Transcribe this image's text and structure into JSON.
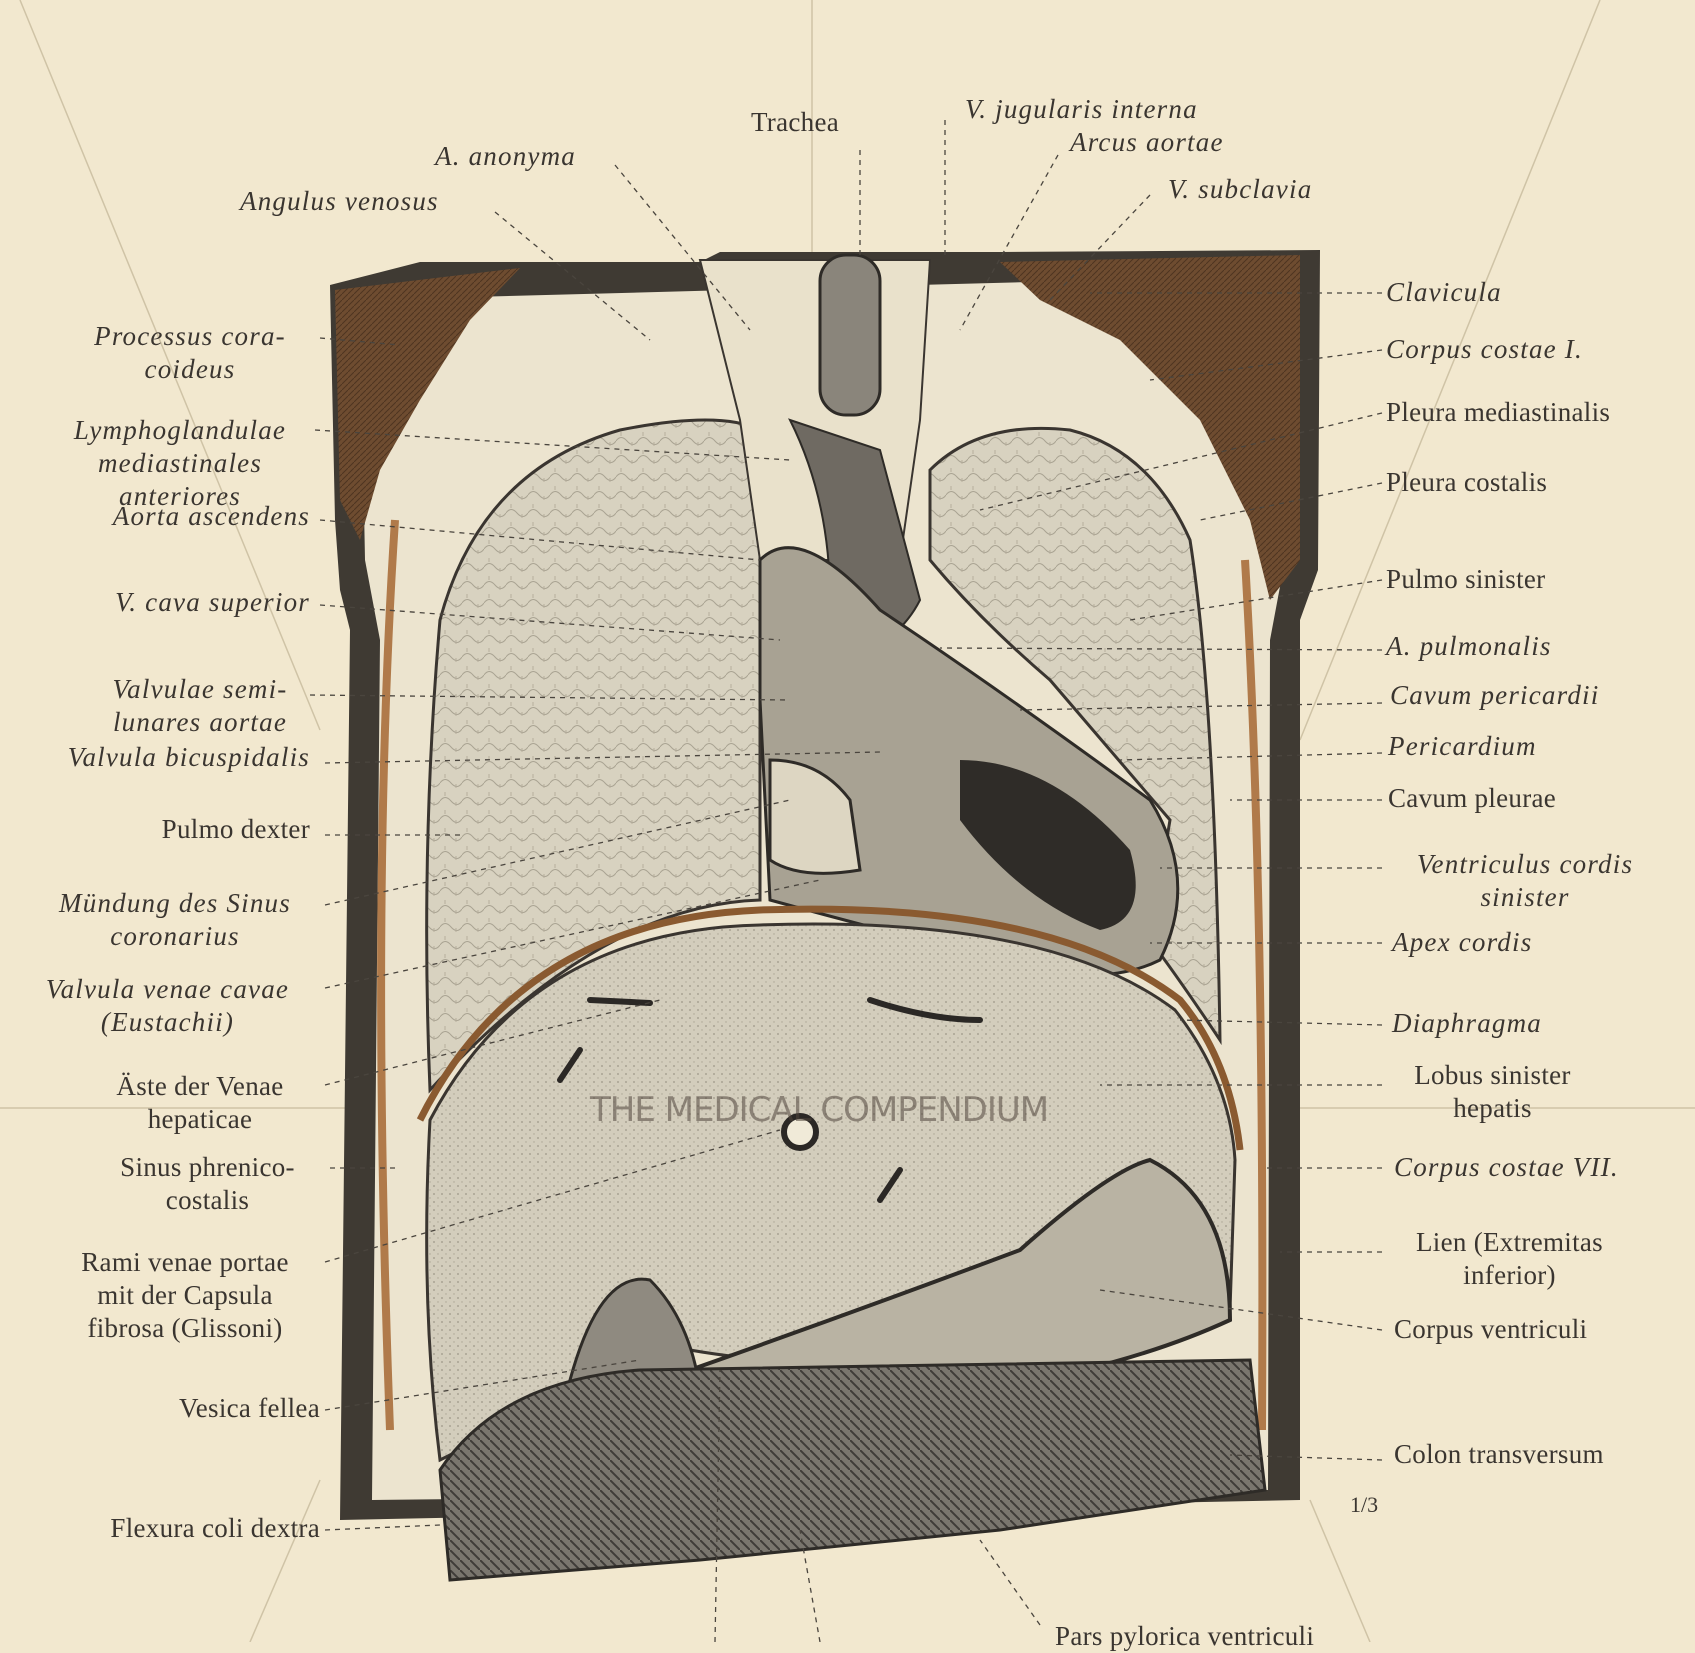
{
  "labels": {
    "trachea": "Trachea",
    "v_jugularis_interna": "V. jugularis interna",
    "arcus_aortae": "Arcus aortae",
    "a_anonyma": "A. anonyma",
    "angulus_venosus": "Angulus venosus",
    "v_subclavia": "V. subclavia",
    "processus_coracoideus": "Processus cora-\ncoideus",
    "lymphoglandulae": "Lymphoglandulae\nmediastinales\nanteriores",
    "aorta_ascendens": "Aorta ascendens",
    "v_cava_superior": "V. cava superior",
    "valvulae_semilunares": "Valvulae semi-\nlunares aortae",
    "valvula_bicuspidalis": "Valvula bicuspidalis",
    "pulmo_dexter": "Pulmo dexter",
    "muendung_sinus": "Mündung des Sinus\ncoronarius",
    "valvula_venae_cavae": "Valvula venae cavae\n(Eustachii)",
    "aeste_venae_hepaticae": "Äste der Venae\nhepaticae",
    "sinus_phrenicocostalis": "Sinus phrenico-\ncostalis",
    "rami_venae_portae": "Rami venae portae\nmit der Capsula\nfibrosa (Glissoni)",
    "vesica_fellea": "Vesica fellea",
    "flexura_coli_dextra": "Flexura coli dextra",
    "clavicula": "Clavicula",
    "corpus_costae_i": "Corpus costae I.",
    "pleura_mediastinalis": "Pleura mediastinalis",
    "pleura_costalis": "Pleura costalis",
    "pulmo_sinister": "Pulmo sinister",
    "a_pulmonalis": "A. pulmonalis",
    "cavum_pericardii": "Cavum pericardii",
    "pericardium": "Pericardium",
    "cavum_pleurae": "Cavum pleurae",
    "ventriculus_cordis": "Ventriculus cordis\nsinister",
    "apex_cordis": "Apex cordis",
    "diaphragma": "Diaphragma",
    "lobus_sinister_hepatis": "Lobus sinister\nhepatis",
    "corpus_costae_vii": "Corpus costae VII.",
    "lien": "Lien (Extremitas\ninferior)",
    "corpus_ventriculi": "Corpus ventriculi",
    "colon_transversum": "Colon transversum",
    "pars_pylorica": "Pars pylorica ventriculi"
  },
  "watermark": "THE MEDICAL COMPENDIUM",
  "scale": "1/3",
  "colors": {
    "paper": "#f2e8cf",
    "ink": "#3a3530",
    "muscle": "#6b4a2e",
    "lung": "#d6d0be",
    "liver": "#cfc9b8",
    "dark": "#3d3a36"
  }
}
